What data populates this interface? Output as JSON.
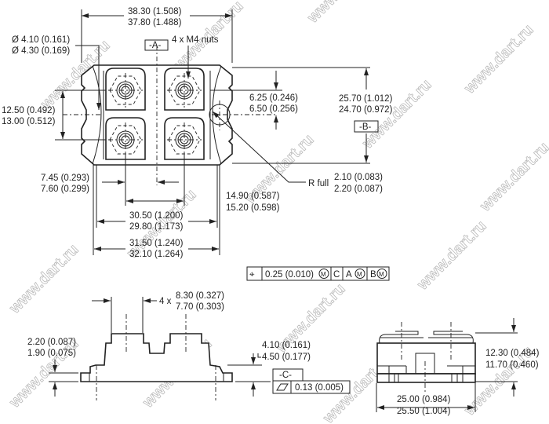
{
  "watermark": "www.dart.ru",
  "top_view": {
    "overall_width": [
      "38.30 (1.508)",
      "37.80 (1.488)"
    ],
    "hole_diameter": [
      "Ø 4.10 (0.161)",
      "Ø 4.30 (0.169)"
    ],
    "datum_a": "-A-",
    "nuts_label": "4 x M4 nuts",
    "terminal_pitch_vertical": [
      "12.50 (0.492)",
      "13.00 (0.512)"
    ],
    "hole_offset": [
      "6.25 (0.246)",
      "6.50 (0.256)"
    ],
    "overall_height": [
      "25.70 (1.012)",
      "24.70 (0.972)"
    ],
    "datum_b": "-B-",
    "r_full_label": "R full",
    "radius": [
      "2.10 (0.083)",
      "2.20 (0.087)"
    ],
    "terminal_offset": [
      "7.45 (0.293)",
      "7.60 (0.299)"
    ],
    "terminal_pitch_horizontal": [
      "14.90 (0.587)",
      "15.20 (0.598)"
    ],
    "hole_spacing": [
      "30.50 (1.200)",
      "29.80 (1.173)"
    ],
    "body_width": [
      "31.50 (1.240)",
      "32.10 (1.264)"
    ]
  },
  "position_tolerance": {
    "symbol": "⌖",
    "value": "0.25 (0.010)",
    "modifier": "M",
    "datums": [
      "C",
      "A",
      "B"
    ]
  },
  "side_view": {
    "terminal_count": "4 x",
    "terminal_width": [
      "8.30 (0.327)",
      "7.70 (0.303)"
    ],
    "flange_thickness": [
      "2.20 (0.087)",
      "1.90 (0.075)"
    ],
    "shoulder_height": [
      "4.10 (0.161)",
      "4.50 (0.177)"
    ],
    "datum_c": "-C-",
    "flatness": "0.13 (0.005)"
  },
  "end_view": {
    "height": [
      "12.30 (0.484)",
      "11.70 (0.460)"
    ],
    "width": [
      "25.00 (0.984)",
      "25.50 (1.004)"
    ]
  }
}
